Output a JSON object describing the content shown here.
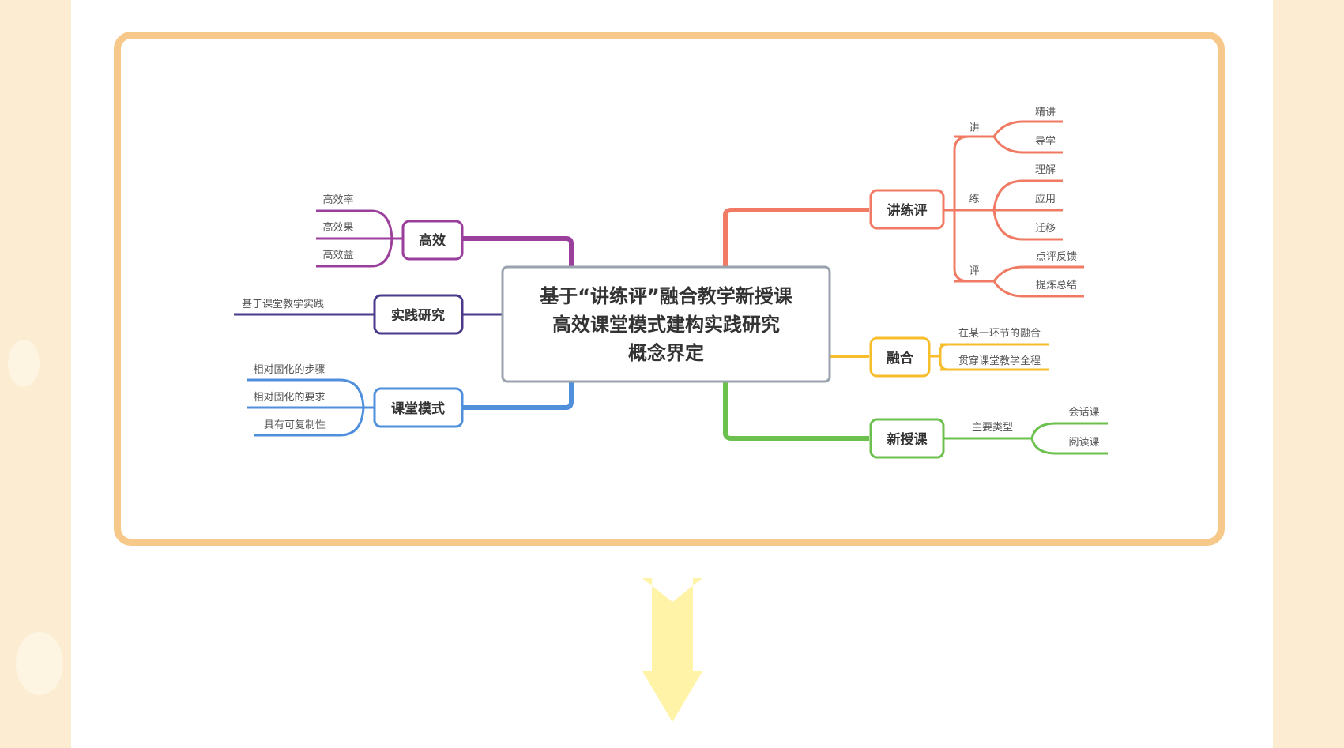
{
  "diagram": {
    "central": {
      "lines": [
        "基于“讲练评”融合教学新授课",
        "高效课堂模式建构实践研究",
        "概念界定"
      ]
    },
    "colors": {
      "red": "#f07a63",
      "yellow": "#f7bd2b",
      "green": "#6cc04e",
      "purple": "#9b3f9c",
      "indigo": "#4b3a8c",
      "blue": "#4f8fdc",
      "frame": "#f6c98a",
      "arrow": "#fff3a8"
    },
    "branches": {
      "jianglianping": {
        "label": "讲练评",
        "jiang": {
          "label": "讲",
          "items": [
            "精讲",
            "导学"
          ]
        },
        "lian": {
          "label": "练",
          "items": [
            "理解",
            "应用",
            "迁移"
          ]
        },
        "ping": {
          "label": "评",
          "items": [
            "点评反馈",
            "提炼总结"
          ]
        }
      },
      "ronghe": {
        "label": "融合",
        "items": [
          "在某一环节的融合",
          "贯穿课堂教学全程"
        ]
      },
      "xinshouke": {
        "label": "新授课",
        "sub": "主要类型",
        "items": [
          "会话课",
          "阅读课"
        ]
      },
      "gaoxiao": {
        "label": "高效",
        "items": [
          "高效率",
          "高效果",
          "高效益"
        ]
      },
      "shijianyanjiu": {
        "label": "实践研究",
        "items": [
          "基于课堂教学实践"
        ]
      },
      "ketangmoshi": {
        "label": "课堂模式",
        "items": [
          "相对固化的步骤",
          "相对固化的要求",
          "具有可复制性"
        ]
      }
    }
  }
}
